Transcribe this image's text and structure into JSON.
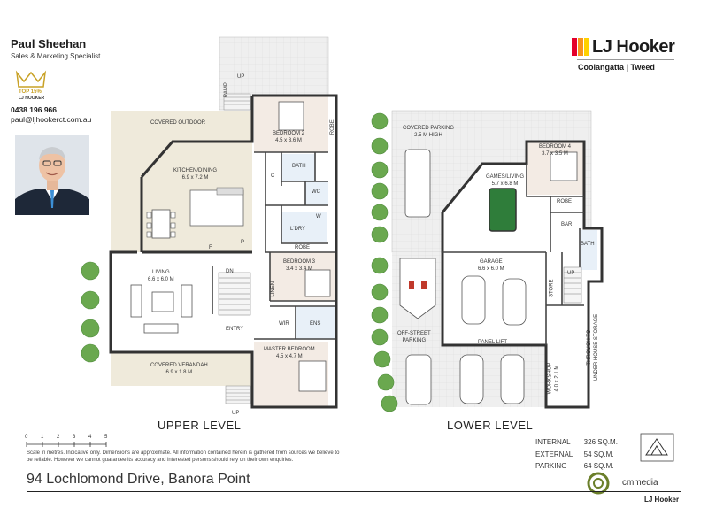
{
  "agent": {
    "name": "Paul Sheehan",
    "role": "Sales & Marketing Specialist",
    "badge_top": "TOP 15%",
    "badge_brand": "LJ HOOKER",
    "phone": "0438 196 966",
    "email": "paul@ljhookerct.com.au"
  },
  "brand": {
    "name": "LJ Hooker",
    "office": "Coolangatta | Tweed",
    "colors": {
      "red": "#e4002b",
      "orange": "#f7941d",
      "yellow": "#ffd100"
    }
  },
  "upper": {
    "title": "UPPER LEVEL",
    "rooms": {
      "covered_outdoor": "COVERED OUTDOOR",
      "kitchen_name": "KITCHEN/DINING",
      "kitchen_dim": "6.9 x 7.2 M",
      "living_name": "LIVING",
      "living_dim": "6.6 x 6.0 M",
      "verandah_name": "COVERED VERANDAH",
      "verandah_dim": "6.9 x 1.8 M",
      "bed2_name": "BEDROOM 2",
      "bed2_dim": "4.5 x 3.6 M",
      "bath": "BATH",
      "wc": "WC",
      "ldry": "L'DRY",
      "robe": "ROBE",
      "bed3_name": "BEDROOM 3",
      "bed3_dim": "3.4 x 3.4 M",
      "linen": "LINEN",
      "wir": "WIR",
      "ens": "ENS",
      "master_name": "MASTER BEDROOM",
      "master_dim": "4.5 x 4.7 M",
      "entry": "ENTRY",
      "ramp": "RAMP",
      "up": "UP",
      "dn": "DN",
      "up_bottom": "UP",
      "robe_side": "ROBE",
      "c": "C",
      "f": "F",
      "p": "P",
      "w": "W"
    }
  },
  "lower": {
    "title": "LOWER LEVEL",
    "rooms": {
      "covered_parking": "COVERED PARKING",
      "covered_parking_h": "2.5 M HIGH",
      "bed4_name": "BEDROOM 4",
      "bed4_dim": "3.7 x 3.5 M",
      "games_name": "GAMES/LIVING",
      "games_dim": "5.7 x 6.8 M",
      "robe": "ROBE",
      "bar": "BAR",
      "bath": "BATH",
      "garage_name": "GARAGE",
      "garage_dim": "6.6 x 6.0 M",
      "store": "STORE",
      "up": "UP",
      "panel_lift": "PANEL LIFT",
      "offstreet": "OFF-STREET",
      "parking": "PARKING",
      "workshop": "WORKSHOP",
      "workshop_dim": "4.0 x 2.1 M",
      "under_house_1": "THROUGH TO",
      "under_house_2": "UNDER HOUSE STORAGE"
    }
  },
  "scale": {
    "ticks": [
      "0",
      "1",
      "2",
      "3",
      "4",
      "5"
    ],
    "note": "Scale in metres. Indicative only. Dimensions are approximate. All information contained herein is gathered from sources we believe to be reliable. However we cannot guarantee its accuracy and interested persons should rely on their own enquiries."
  },
  "areas": [
    {
      "label": "INTERNAL",
      "value": ": 326 SQ.M."
    },
    {
      "label": "EXTERNAL",
      "value": ": 54 SQ.M."
    },
    {
      "label": "PARKING",
      "value": ": 64 SQ.M."
    }
  ],
  "address": "94 Lochlomond Drive, Banora Point",
  "cmmedia": "cmmedia",
  "footer_brand": "LJ Hooker"
}
